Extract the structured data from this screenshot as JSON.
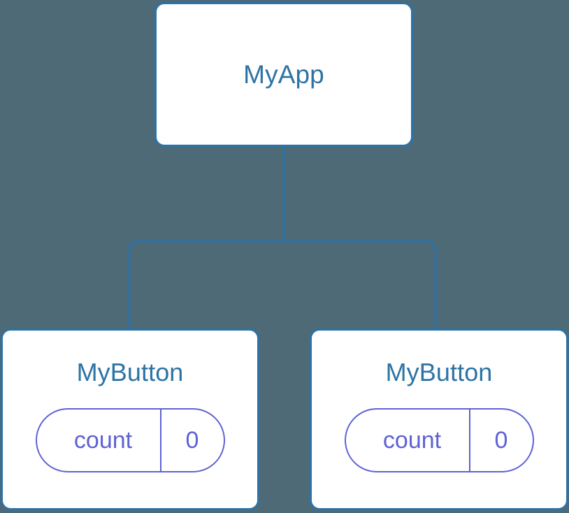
{
  "diagram": {
    "kind": "component-tree",
    "background_color": "#4d6a76",
    "node_border_color": "#2c72a8",
    "node_fill_color": "#ffffff",
    "node_title_color": "#2d74a4",
    "connector_color": "#2c72a8",
    "state_pill_color": "#5f62d4",
    "root": {
      "title": "MyApp"
    },
    "children": [
      {
        "title": "MyButton",
        "state": {
          "key": "count",
          "value": "0"
        }
      },
      {
        "title": "MyButton",
        "state": {
          "key": "count",
          "value": "0"
        }
      }
    ]
  }
}
